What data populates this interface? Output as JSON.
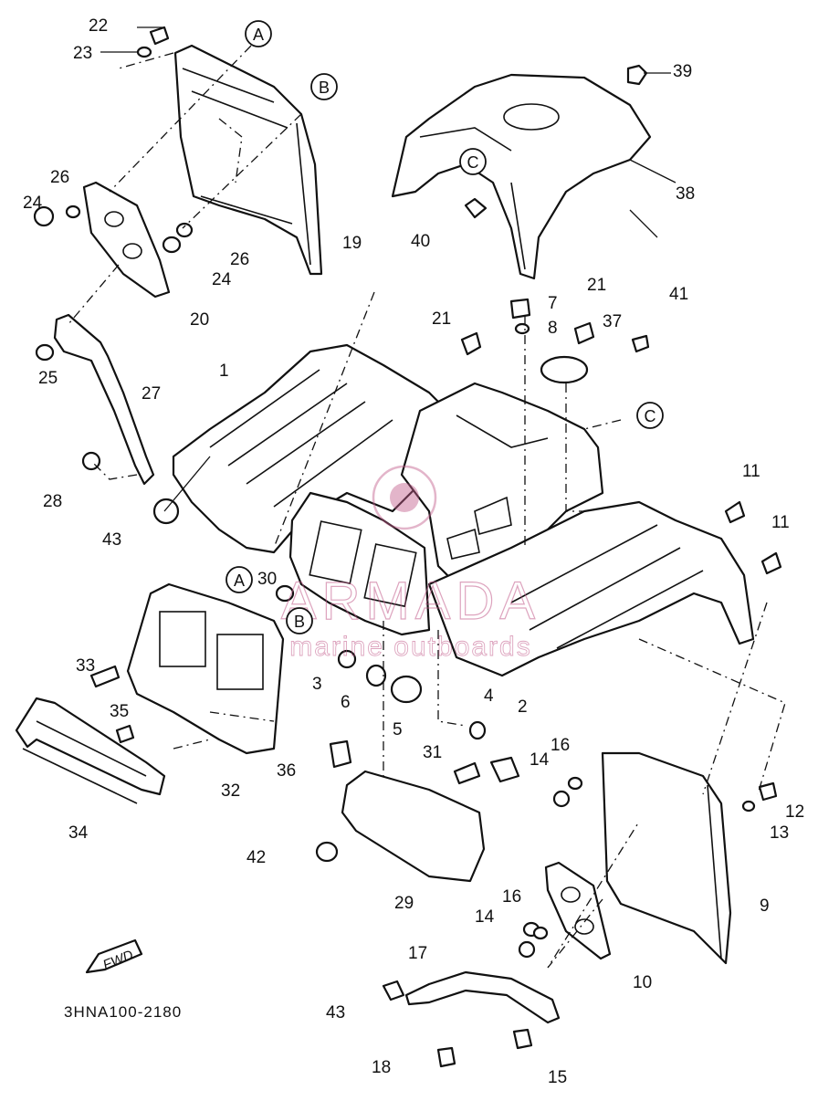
{
  "diagram": {
    "drawing_code": "3HNA100-2180",
    "direction_label": "FWD",
    "watermark": {
      "brand": "ARMADA",
      "tagline": "marine outboards",
      "accent_color": "#c25a8a"
    },
    "callouts": [
      "1",
      "2",
      "3",
      "4",
      "5",
      "6",
      "7",
      "8",
      "9",
      "10",
      "11",
      "11",
      "12",
      "13",
      "14",
      "14",
      "15",
      "16",
      "16",
      "17",
      "18",
      "19",
      "20",
      "21",
      "21",
      "22",
      "23",
      "24",
      "24",
      "25",
      "26",
      "26",
      "27",
      "28",
      "29",
      "30",
      "31",
      "32",
      "33",
      "34",
      "35",
      "36",
      "37",
      "38",
      "39",
      "40",
      "41",
      "42",
      "43",
      "43"
    ],
    "reference_marks": [
      "A",
      "A",
      "B",
      "B",
      "C",
      "C"
    ]
  }
}
